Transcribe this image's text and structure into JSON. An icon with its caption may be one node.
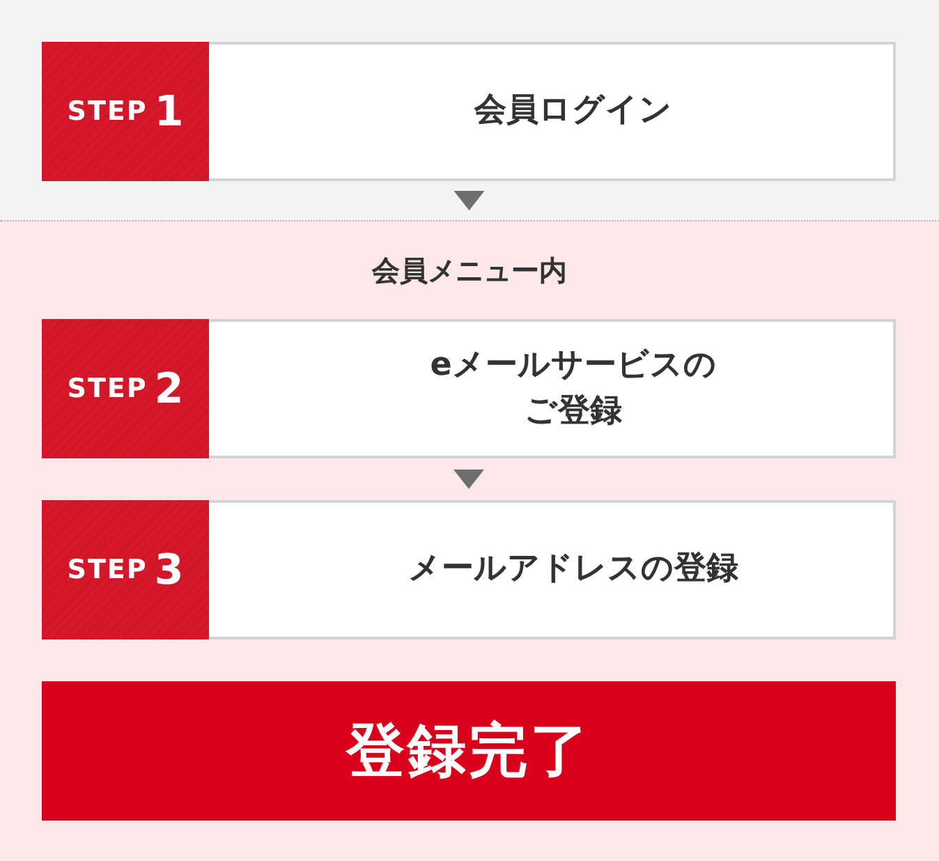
{
  "diagram": {
    "nodes": [
      {
        "text": [
          "STEP",
          "1",
          "会員ログイン"
        ]
      },
      {
        "text": [
          "会員メニュー内"
        ]
      },
      {
        "text": [
          "STEP",
          "2",
          "eメールサービスのご登録"
        ],
        "in": 1
      },
      {
        "text": [
          "STEP",
          "3",
          "メールアドレスの登録"
        ],
        "in": 1
      },
      {
        "text": [
          "登録完了"
        ],
        "in": 1
      }
    ],
    "edges": [
      {
        "from": 0,
        "to": 1,
        "arrow": "to"
      },
      {
        "from": 2,
        "to": 3,
        "arrow": "to"
      }
    ]
  }
}
